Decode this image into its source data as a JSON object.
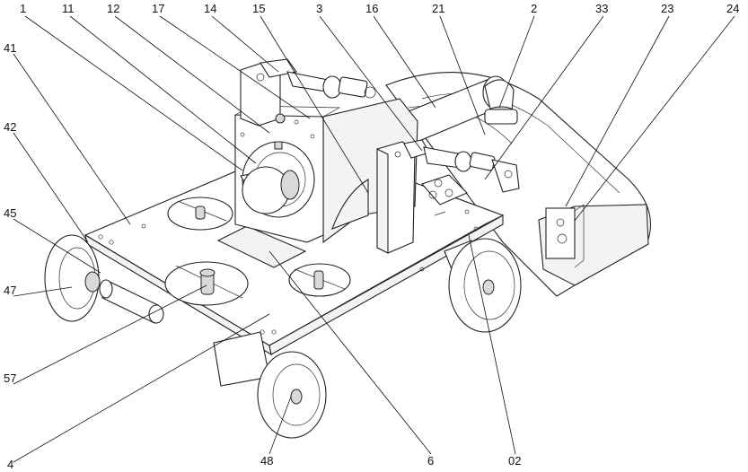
{
  "figure": {
    "callouts": {
      "c1": "1",
      "c11": "11",
      "c12": "12",
      "c17": "17",
      "c14": "14",
      "c15": "15",
      "c3": "3",
      "c16": "16",
      "c21": "21",
      "c2": "2",
      "c33": "33",
      "c23": "23",
      "c24": "24",
      "c41": "41",
      "c42": "42",
      "c45": "45",
      "c47": "47",
      "c57": "57",
      "c4": "4",
      "c48": "48",
      "c6": "6",
      "c02": "02"
    }
  }
}
